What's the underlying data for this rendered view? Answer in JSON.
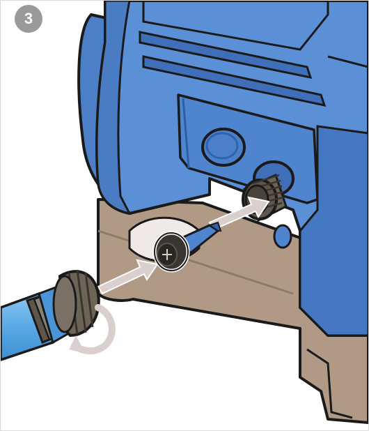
{
  "step": {
    "number": "3"
  },
  "colors": {
    "body_blue": "#5b8fd6",
    "body_blue_dark": "#3f6fb8",
    "base_brown": "#b09a86",
    "hose_blue": "#6ab3ea",
    "connector_dark": "#6d6458",
    "arrow_gray": "#d9d0cd",
    "badge_gray": "#9a9a9a"
  },
  "icons": {
    "insert_arrow": "arrow-right-up",
    "rotate_arrow": "rotate-clockwise"
  }
}
